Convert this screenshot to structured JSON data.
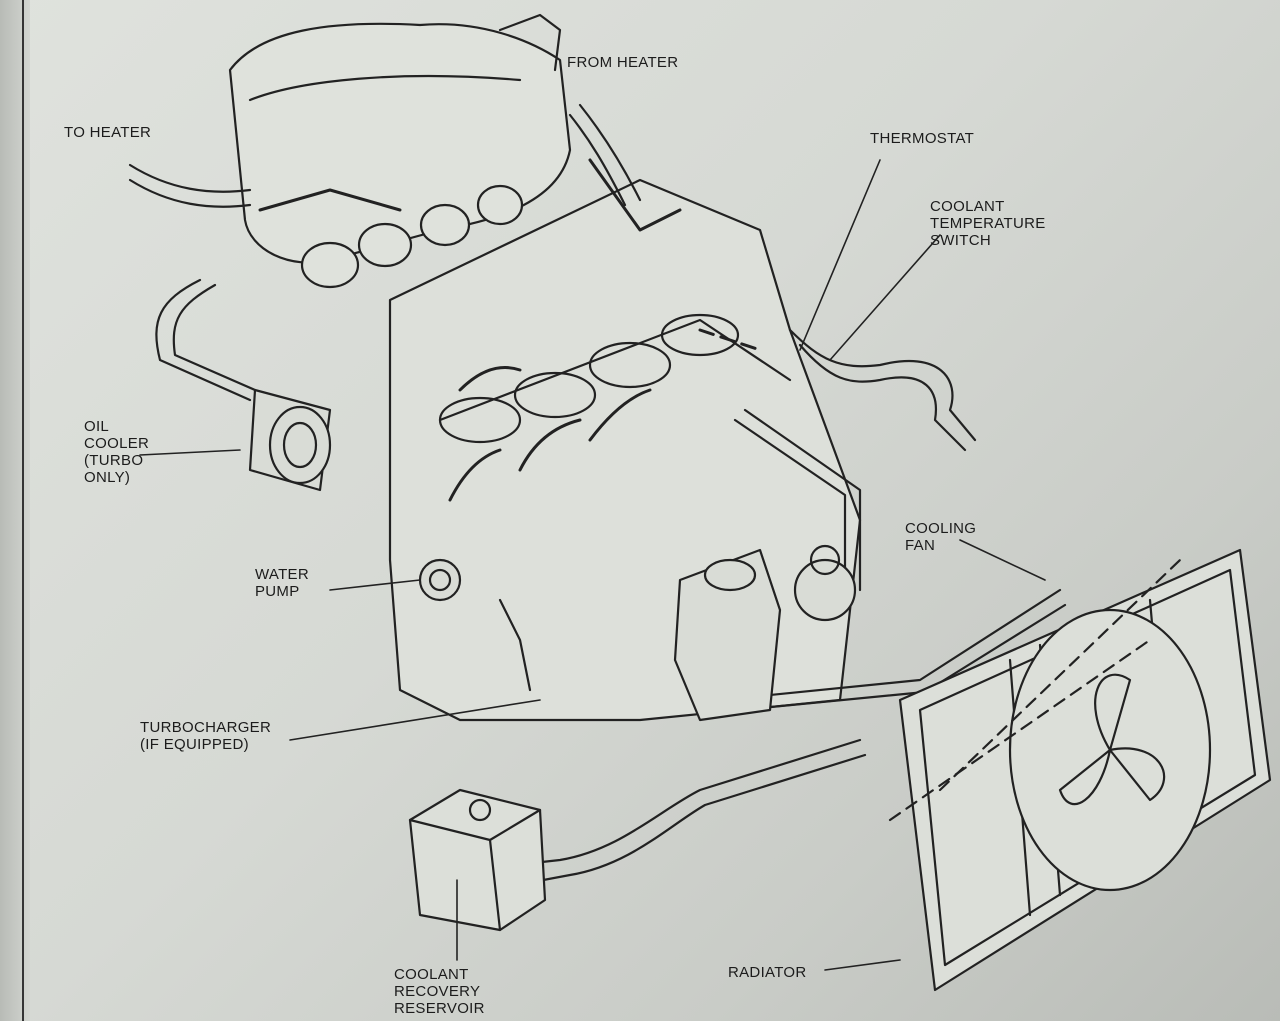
{
  "labels": {
    "from_heater": "FROM HEATER",
    "to_heater": "TO HEATER",
    "thermostat": "THERMOSTAT",
    "coolant_temp_switch": "COOLANT\nTEMPERATURE\nSWITCH",
    "oil_cooler": "OIL\nCOOLER\n(TURBO\nONLY)",
    "cooling_fan": "COOLING\nFAN",
    "water_pump": "WATER\nPUMP",
    "turbocharger": "TURBOCHARGER\n(IF EQUIPPED)",
    "reservoir": "COOLANT\nRECOVERY\nRESERVOIR",
    "radiator": "RADIATOR"
  },
  "colors": {
    "ink": "#1c1c1c",
    "paper": "#d8dbd6"
  }
}
